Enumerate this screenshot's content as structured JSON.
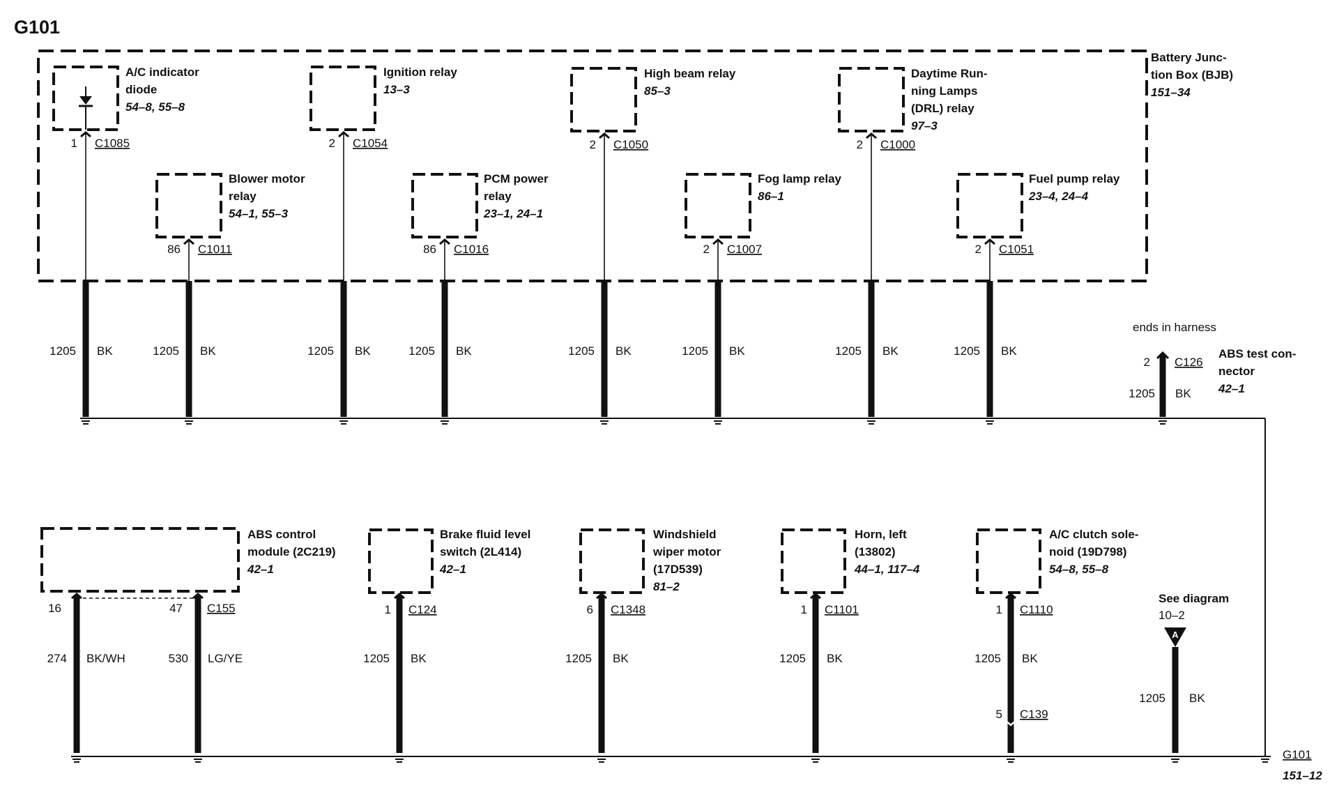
{
  "title": "G101",
  "bjb": {
    "name_lines": [
      "Battery Junc-",
      "tion Box (BJB)"
    ],
    "ref": "151–34"
  },
  "top_components": [
    {
      "lines": [
        "A/C indicator",
        "diode"
      ],
      "ref": "54–8, 55–8",
      "pin": "1",
      "connector": "C1085",
      "wire": "1205",
      "color": "BK",
      "diode": true
    },
    {
      "lines": [
        "Blower motor",
        "relay"
      ],
      "ref": "54–1, 55–3",
      "pin": "86",
      "connector": "C1011",
      "wire": "1205",
      "color": "BK"
    },
    {
      "lines": [
        "Ignition relay"
      ],
      "ref": "13–3",
      "pin": "2",
      "connector": "C1054",
      "wire": "1205",
      "color": "BK"
    },
    {
      "lines": [
        "PCM power",
        "relay"
      ],
      "ref": "23–1, 24–1",
      "pin": "86",
      "connector": "C1016",
      "wire": "1205",
      "color": "BK"
    },
    {
      "lines": [
        "High beam relay"
      ],
      "ref": "85–3",
      "pin": "2",
      "connector": "C1050",
      "wire": "1205",
      "color": "BK"
    },
    {
      "lines": [
        "Fog lamp relay"
      ],
      "ref": "86–1",
      "pin": "2",
      "connector": "C1007",
      "wire": "1205",
      "color": "BK"
    },
    {
      "lines": [
        "Daytime Run-",
        "ning Lamps",
        "(DRL) relay"
      ],
      "ref": "97–3",
      "pin": "2",
      "connector": "C1000",
      "wire": "1205",
      "color": "BK"
    },
    {
      "lines": [
        "Fuel pump relay"
      ],
      "ref": "23–4, 24–4",
      "pin": "2",
      "connector": "C1051",
      "wire": "1205",
      "color": "BK"
    }
  ],
  "abs_test": {
    "note": "ends in harness",
    "lines": [
      "ABS test con-",
      "nector"
    ],
    "ref": "42–1",
    "pin": "2",
    "connector": "C126",
    "wire": "1205",
    "color": "BK"
  },
  "bottom_components": [
    {
      "lines": [
        "ABS control",
        "module (2C219)"
      ],
      "ref": "42–1",
      "wires": [
        {
          "pin": "16",
          "wire": "274",
          "color": "BK/WH"
        },
        {
          "pin": "47",
          "connector": "C155",
          "wire": "530",
          "color": "LG/YE"
        }
      ]
    },
    {
      "lines": [
        "Brake fluid level",
        "switch (2L414)"
      ],
      "ref": "42–1",
      "pin": "1",
      "connector": "C124",
      "wire": "1205",
      "color": "BK"
    },
    {
      "lines": [
        "Windshield",
        "wiper motor",
        "(17D539)"
      ],
      "ref": "81–2",
      "pin": "6",
      "connector": "C1348",
      "wire": "1205",
      "color": "BK"
    },
    {
      "lines": [
        "Horn, left",
        "(13802)"
      ],
      "ref": "44–1, 117–4",
      "pin": "1",
      "connector": "C1101",
      "wire": "1205",
      "color": "BK"
    },
    {
      "lines": [
        "A/C clutch sole-",
        "noid (19D798)"
      ],
      "ref": "54–8, 55–8",
      "pin": "1",
      "connector": "C1110",
      "wire": "1205",
      "color": "BK",
      "inline": {
        "pin": "5",
        "connector": "C139"
      }
    }
  ],
  "see_diagram": {
    "lines": [
      "See diagram",
      "10–2"
    ],
    "marker": "A",
    "wire": "1205",
    "color": "BK"
  },
  "ground": {
    "name": "G101",
    "ref": "151–12"
  },
  "colors": {
    "ink": "#111111",
    "paper": "#ffffff"
  }
}
